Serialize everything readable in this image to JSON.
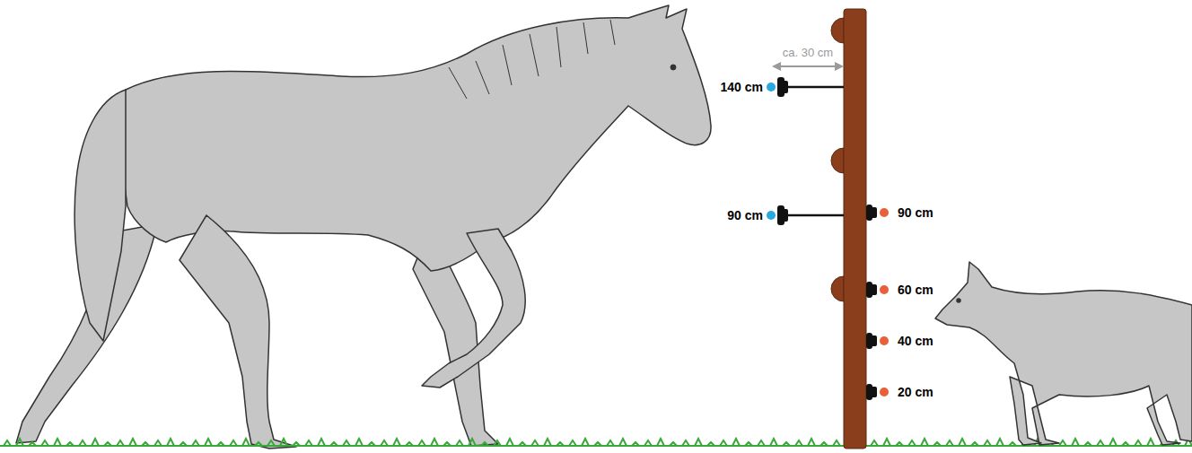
{
  "diagram": {
    "labels": [
      "ca. 30 cm",
      "140 cm",
      "90 cm",
      "90 cm",
      "60 cm",
      "40 cm",
      "20 cm"
    ]
  }
}
